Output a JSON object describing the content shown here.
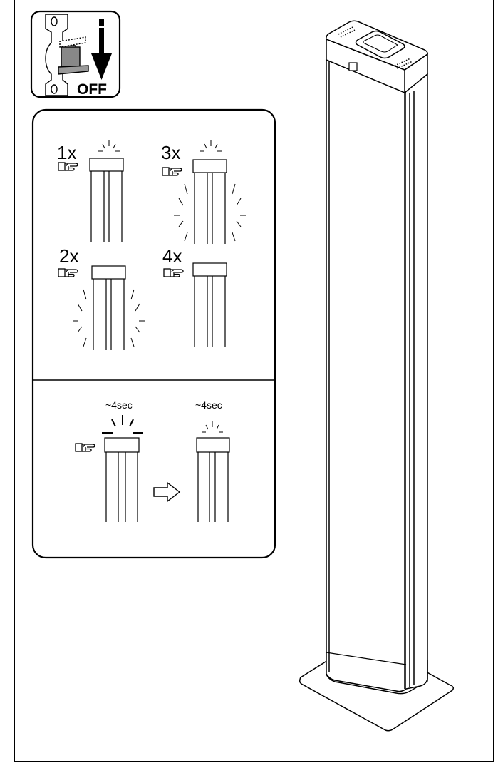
{
  "breaker": {
    "label": "OFF"
  },
  "steps": [
    {
      "count": "1x"
    },
    {
      "count": "3x"
    },
    {
      "count": "2x"
    },
    {
      "count": "4x"
    }
  ],
  "hold": {
    "left_time": "~4sec",
    "right_time": "~4sec"
  }
}
